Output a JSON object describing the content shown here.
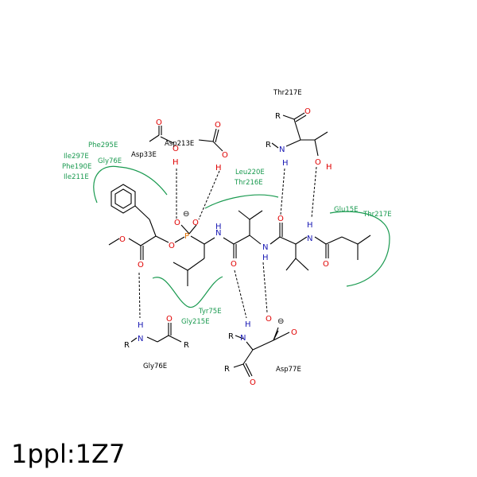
{
  "caption": "1ppl:1Z7",
  "residues": {
    "thr217_top": "Thr217E",
    "asp213": "Asp213E",
    "asp33": "Asp33E",
    "gly76": "Gly76E",
    "asp77": "Asp77E"
  },
  "hydrophobic": {
    "phe295": "Phe295E",
    "ile297": "Ile297E",
    "phe190": "Phe190E",
    "ile211": "Ile211E",
    "gly76_g": "Gly76E",
    "leu220": "Leu220E",
    "thr216": "Thr216E",
    "glu15": "Glu15E",
    "thr217_g": "Thr217E",
    "tyr75": "Tyr75E",
    "gly215": "Gly215E"
  },
  "atoms": {
    "O": "O",
    "N": "N",
    "H": "H",
    "P": "P",
    "R": "R",
    "charge": "⊖"
  }
}
